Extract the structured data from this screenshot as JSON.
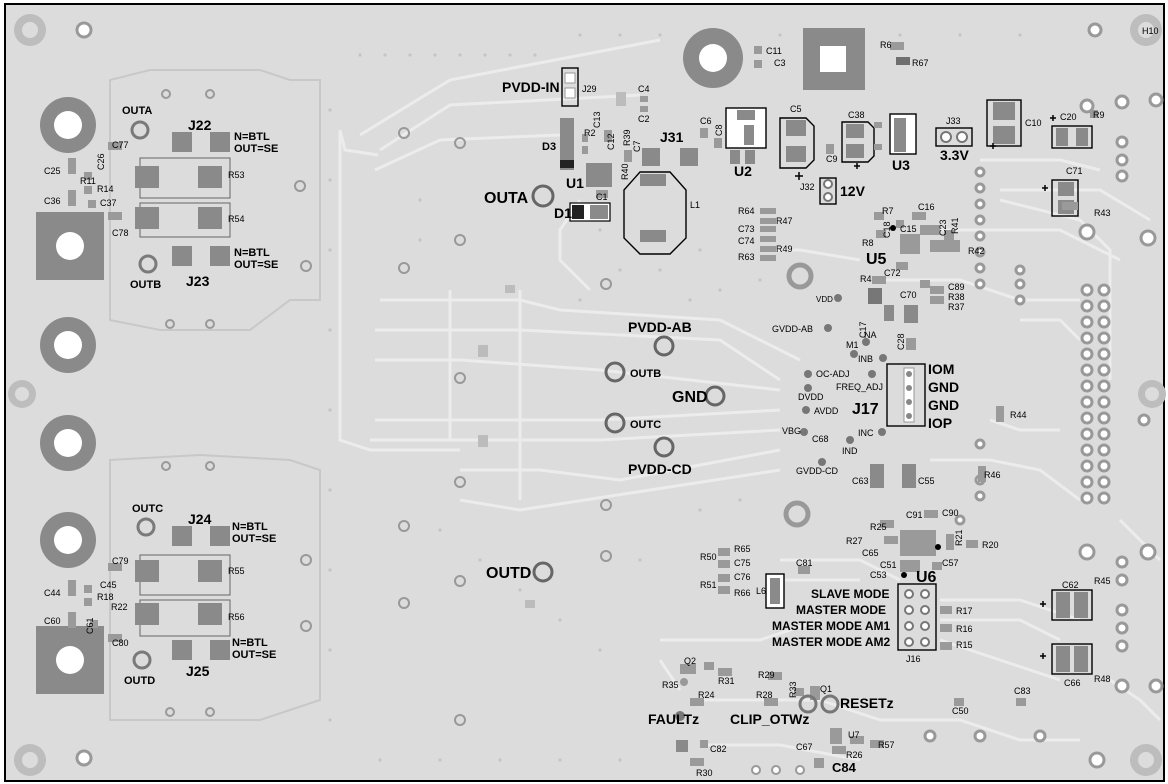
{
  "board": {
    "colors": {
      "substrate": "#dcdcdc",
      "trace": "#ececec",
      "pad": "#8a8a8a",
      "pad_dark": "#6f6f6f",
      "silk": "#000000",
      "outline": "#000000"
    }
  },
  "labels": {
    "mount_hole": "H10",
    "outa_left": "OUTA",
    "j22": "J22",
    "j22_mode1": "N=BTL",
    "j22_mode2": "OUT=SE",
    "c77": "C77",
    "c25": "C25",
    "c26": "C26",
    "r11": "R11",
    "r14": "R14",
    "c36": "C36",
    "c37": "C37",
    "c78": "C78",
    "r53": "R53",
    "r54": "R54",
    "j23_mode1": "N=BTL",
    "j23_mode2": "OUT=SE",
    "outb_left": "OUTB",
    "j23": "J23",
    "outc_left": "OUTC",
    "j24": "J24",
    "j24_mode1": "N=BTL",
    "j24_mode2": "OUT=SE",
    "c79": "C79",
    "r55": "R55",
    "c44": "C44",
    "c45": "C45",
    "r18": "R18",
    "r22": "R22",
    "c60": "C60",
    "c61": "C61",
    "c80": "C80",
    "r56": "R56",
    "j25_mode1": "N=BTL",
    "j25_mode2": "OUT=SE",
    "outd_left": "OUTD",
    "j25": "J25",
    "pvdd_in": "PVDD-IN",
    "j29": "J29",
    "c4": "C4",
    "c2": "C2",
    "c11": "C11",
    "c3": "C3",
    "r6": "R6",
    "r67": "R67",
    "d3": "D3",
    "r2": "R2",
    "c13": "C13",
    "c12": "C12",
    "r39": "R39",
    "c7": "C7",
    "j31": "J31",
    "c6": "C6",
    "c8": "C8",
    "c5": "C5",
    "c38": "C38",
    "u2": "U2",
    "c9": "C9",
    "u3": "U3",
    "j33": "J33",
    "v33": "3.3V",
    "c10": "C10",
    "c20": "C20",
    "r9": "R9",
    "u1": "U1",
    "r40": "R40",
    "outa_center": "OUTA",
    "d1": "D1",
    "c1": "C1",
    "l1": "L1",
    "j32": "J32",
    "v12": "12V",
    "c71": "C71",
    "r43": "R43",
    "r64": "R64",
    "r47": "R47",
    "c73": "C73",
    "c74": "C74",
    "r49": "R49",
    "r63": "R63",
    "r7": "R7",
    "c16": "C16",
    "r8": "R8",
    "c18": "C18",
    "c15": "C15",
    "c23": "C23",
    "r41": "R41",
    "r42": "R42",
    "u5": "U5",
    "r4": "R4",
    "c72": "C72",
    "c89": "C89",
    "r38": "R38",
    "c70": "C70",
    "r37": "R37",
    "vdd": "VDD",
    "pvdd_ab": "PVDD-AB",
    "gvdd_ab": "GVDD-AB",
    "c17": "C17",
    "na": "NA",
    "m1": "M1",
    "c28": "C28",
    "inb": "INB",
    "iom": "IOM",
    "oc_adj": "OC-ADJ",
    "freq_adj": "FREQ_ADJ",
    "gnd_j17_1": "GND",
    "gnd_j17_2": "GND",
    "outb_center": "OUTB",
    "dvdd": "DVDD",
    "gnd_center": "GND",
    "avdd": "AVDD",
    "j17": "J17",
    "iop": "IOP",
    "r44": "R44",
    "vbg": "VBG",
    "c68": "C68",
    "inc": "INC",
    "outc_center": "OUTC",
    "ind": "IND",
    "pvdd_cd": "PVDD-CD",
    "gvdd_cd": "GVDD-CD",
    "r46": "R46",
    "c63": "C63",
    "c55": "C55",
    "c91": "C91",
    "c90": "C90",
    "r25": "R25",
    "r27": "R27",
    "c65": "C65",
    "r21": "R21",
    "r20": "R20",
    "c51": "C51",
    "c57": "C57",
    "c53": "C53",
    "u6": "U6",
    "r50": "R50",
    "r65": "R65",
    "c75": "C75",
    "r51": "R51",
    "c76": "C76",
    "r66": "R66",
    "c81": "C81",
    "l6": "L6",
    "outd_center": "OUTD",
    "slave_mode": "SLAVE MODE",
    "master_mode": "MASTER MODE",
    "master_mode_am1": "MASTER MODE AM1",
    "master_mode_am2": "MASTER MODE AM2",
    "r17": "R17",
    "r16": "R16",
    "r15": "R15",
    "j16": "J16",
    "c62": "C62",
    "r45": "R45",
    "c66": "C66",
    "r48": "R48",
    "q2": "Q2",
    "r29": "R29",
    "r31": "R31",
    "r35": "R35",
    "r24": "R24",
    "r28": "R28",
    "r33": "R33",
    "q1": "Q1",
    "reset": "RESETz",
    "faultz": "FAULTz",
    "clip_otwz": "CLIP_OTWz",
    "c83": "C83",
    "c50": "C50",
    "c82": "C82",
    "u7": "U7",
    "c67": "C67",
    "r57": "R57",
    "r26": "R26",
    "r30": "R30",
    "c84": "C84"
  }
}
